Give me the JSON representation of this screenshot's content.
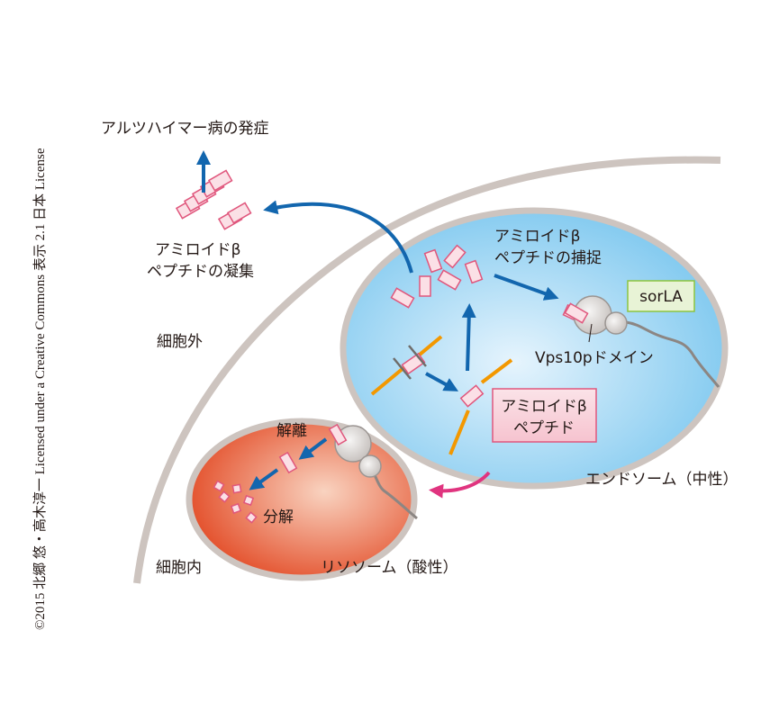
{
  "copyright": "©2015 北郷 悠・高木淳一 Licensed under a Creative Commons 表示 2.1 日本 License",
  "labels": {
    "alzheimer": "アルツハイマー病の発症",
    "aggregation_line1": "アミロイドβ",
    "aggregation_line2": "ペプチドの凝集",
    "extracellular": "細胞外",
    "intracellular": "細胞内",
    "capture_line1": "アミロイドβ",
    "capture_line2": "ペプチドの捕捉",
    "sorla": "sorLA",
    "vps10p": "Vps10pドメイン",
    "peptide_box_line1": "アミロイドβ",
    "peptide_box_line2": "ペプチド",
    "endosome": "エンドソーム（中性）",
    "dissociation": "解離",
    "degradation": "分解",
    "lysosome": "リソソーム（酸性）"
  },
  "colors": {
    "membrane": "#cdc4bf",
    "endosome_center": "#e4f3fc",
    "endosome_edge": "#7ec8ef",
    "lysosome_center": "#f7c9b2",
    "lysosome_edge": "#e55a36",
    "arrow_blue": "#1266ae",
    "arrow_pink": "#e0347f",
    "orange_line": "#f39800",
    "peptide_fill": "#fbe0e6",
    "peptide_stroke": "#e0577d",
    "sorla_fill": "#e8f3d6",
    "sorla_stroke": "#8cc43f"
  }
}
